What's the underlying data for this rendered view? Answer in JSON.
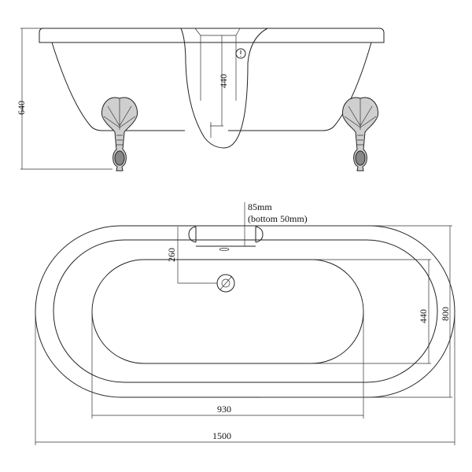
{
  "side_view": {
    "height_label": "640",
    "overflow_height_label": "440"
  },
  "top_view": {
    "overflow_label_line1": "85mm",
    "overflow_label_line2": "(bottom 50mm)",
    "drain_offset_label": "260",
    "basin_width_label": "440",
    "outer_width_label": "800",
    "basin_length_label": "930",
    "outer_length_label": "1500"
  },
  "colors": {
    "line": "#222222",
    "background": "#ffffff"
  }
}
